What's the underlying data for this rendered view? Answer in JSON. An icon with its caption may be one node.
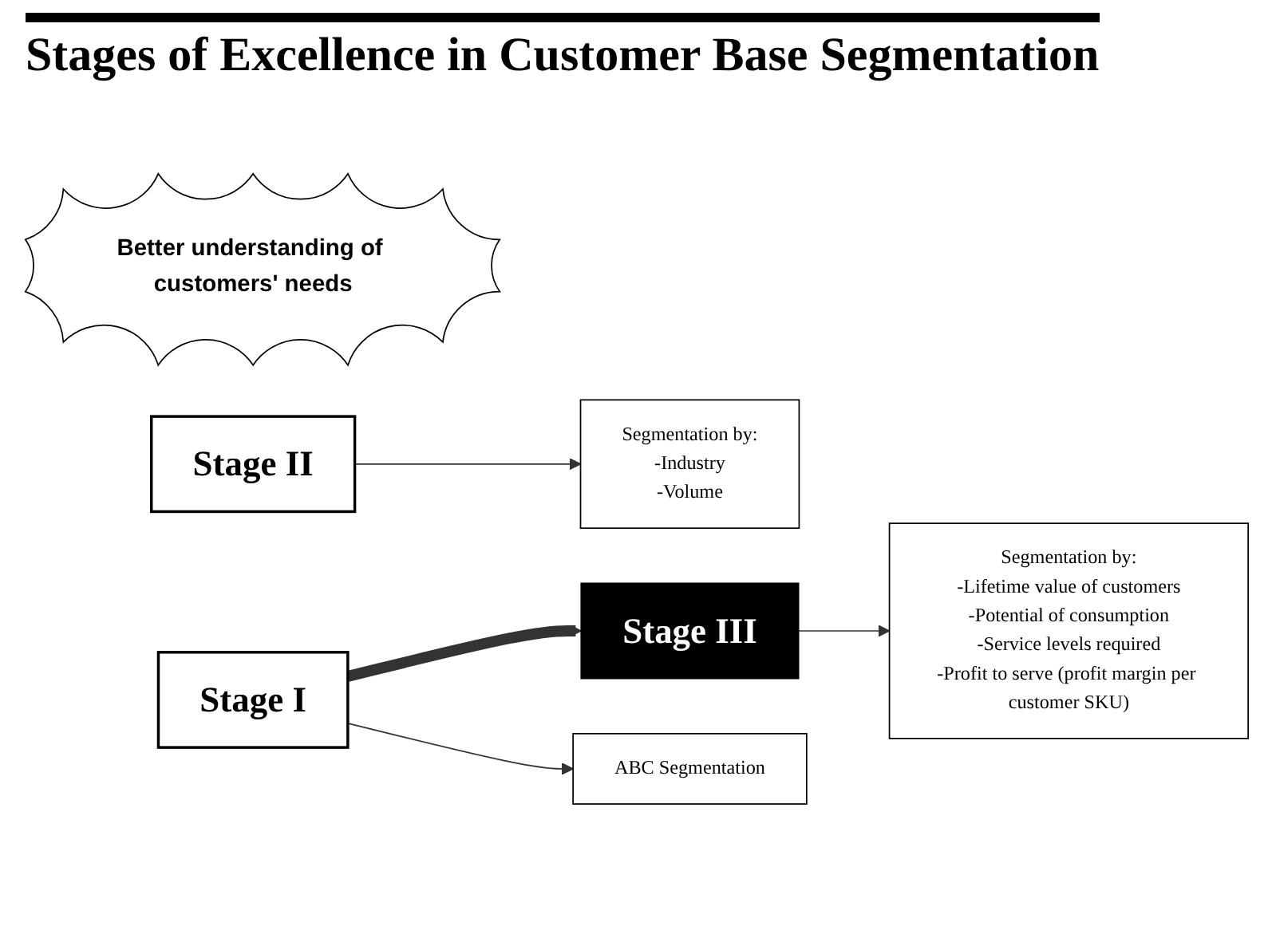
{
  "diagram": {
    "title": "Stages of Excellence in Customer Base Segmentation",
    "nodes": [
      {
        "text": [
          "Better understanding of customers' needs"
        ]
      },
      {
        "text": [
          "Stage III"
        ]
      },
      {
        "text": [
          "Segmentation by:",
          "-Lifetime value of customers",
          "-Potential of consumption",
          "-Service levels required",
          "-Profit to serve (profit margin per customer SKU)"
        ]
      },
      {
        "text": [
          "Stage II"
        ]
      },
      {
        "text": [
          "Segmentation by:",
          "-Industry",
          "-Volume"
        ]
      },
      {
        "text": [
          "Stage I"
        ]
      },
      {
        "text": [
          "ABC Segmentation"
        ]
      }
    ],
    "edges": [
      {
        "from": 5,
        "to": 1,
        "arrow": "to",
        "style": "thick"
      },
      {
        "from": 1,
        "to": 2,
        "arrow": "to"
      },
      {
        "from": 3,
        "to": 4,
        "arrow": "to"
      },
      {
        "from": 5,
        "to": 6,
        "arrow": "to"
      }
    ]
  }
}
